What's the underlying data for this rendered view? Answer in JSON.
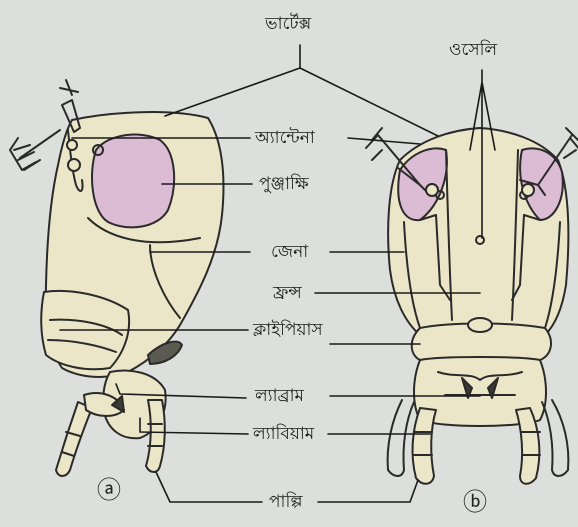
{
  "labels": {
    "vertex": "ভার্টেক্স",
    "ocelli": "ওসেলি",
    "antenna": "অ্যান্টেনা",
    "compound_eye": "পুঞ্জাক্ষি",
    "gena": "জেনা",
    "frons": "ফ্রন্স",
    "clypeus": "ক্লাইপিয়াস",
    "labrum": "ল্যাব্রাম",
    "labium": "ল্যাবিয়াম",
    "palp": "পাল্পি"
  },
  "views": {
    "lateral": "ⓐ",
    "frontal": "ⓑ"
  },
  "colors": {
    "head_fill": "#ebe6c8",
    "eye_fill": "#dcbcd4",
    "outline": "#2a2a2a",
    "background": "#dcdfdc"
  }
}
